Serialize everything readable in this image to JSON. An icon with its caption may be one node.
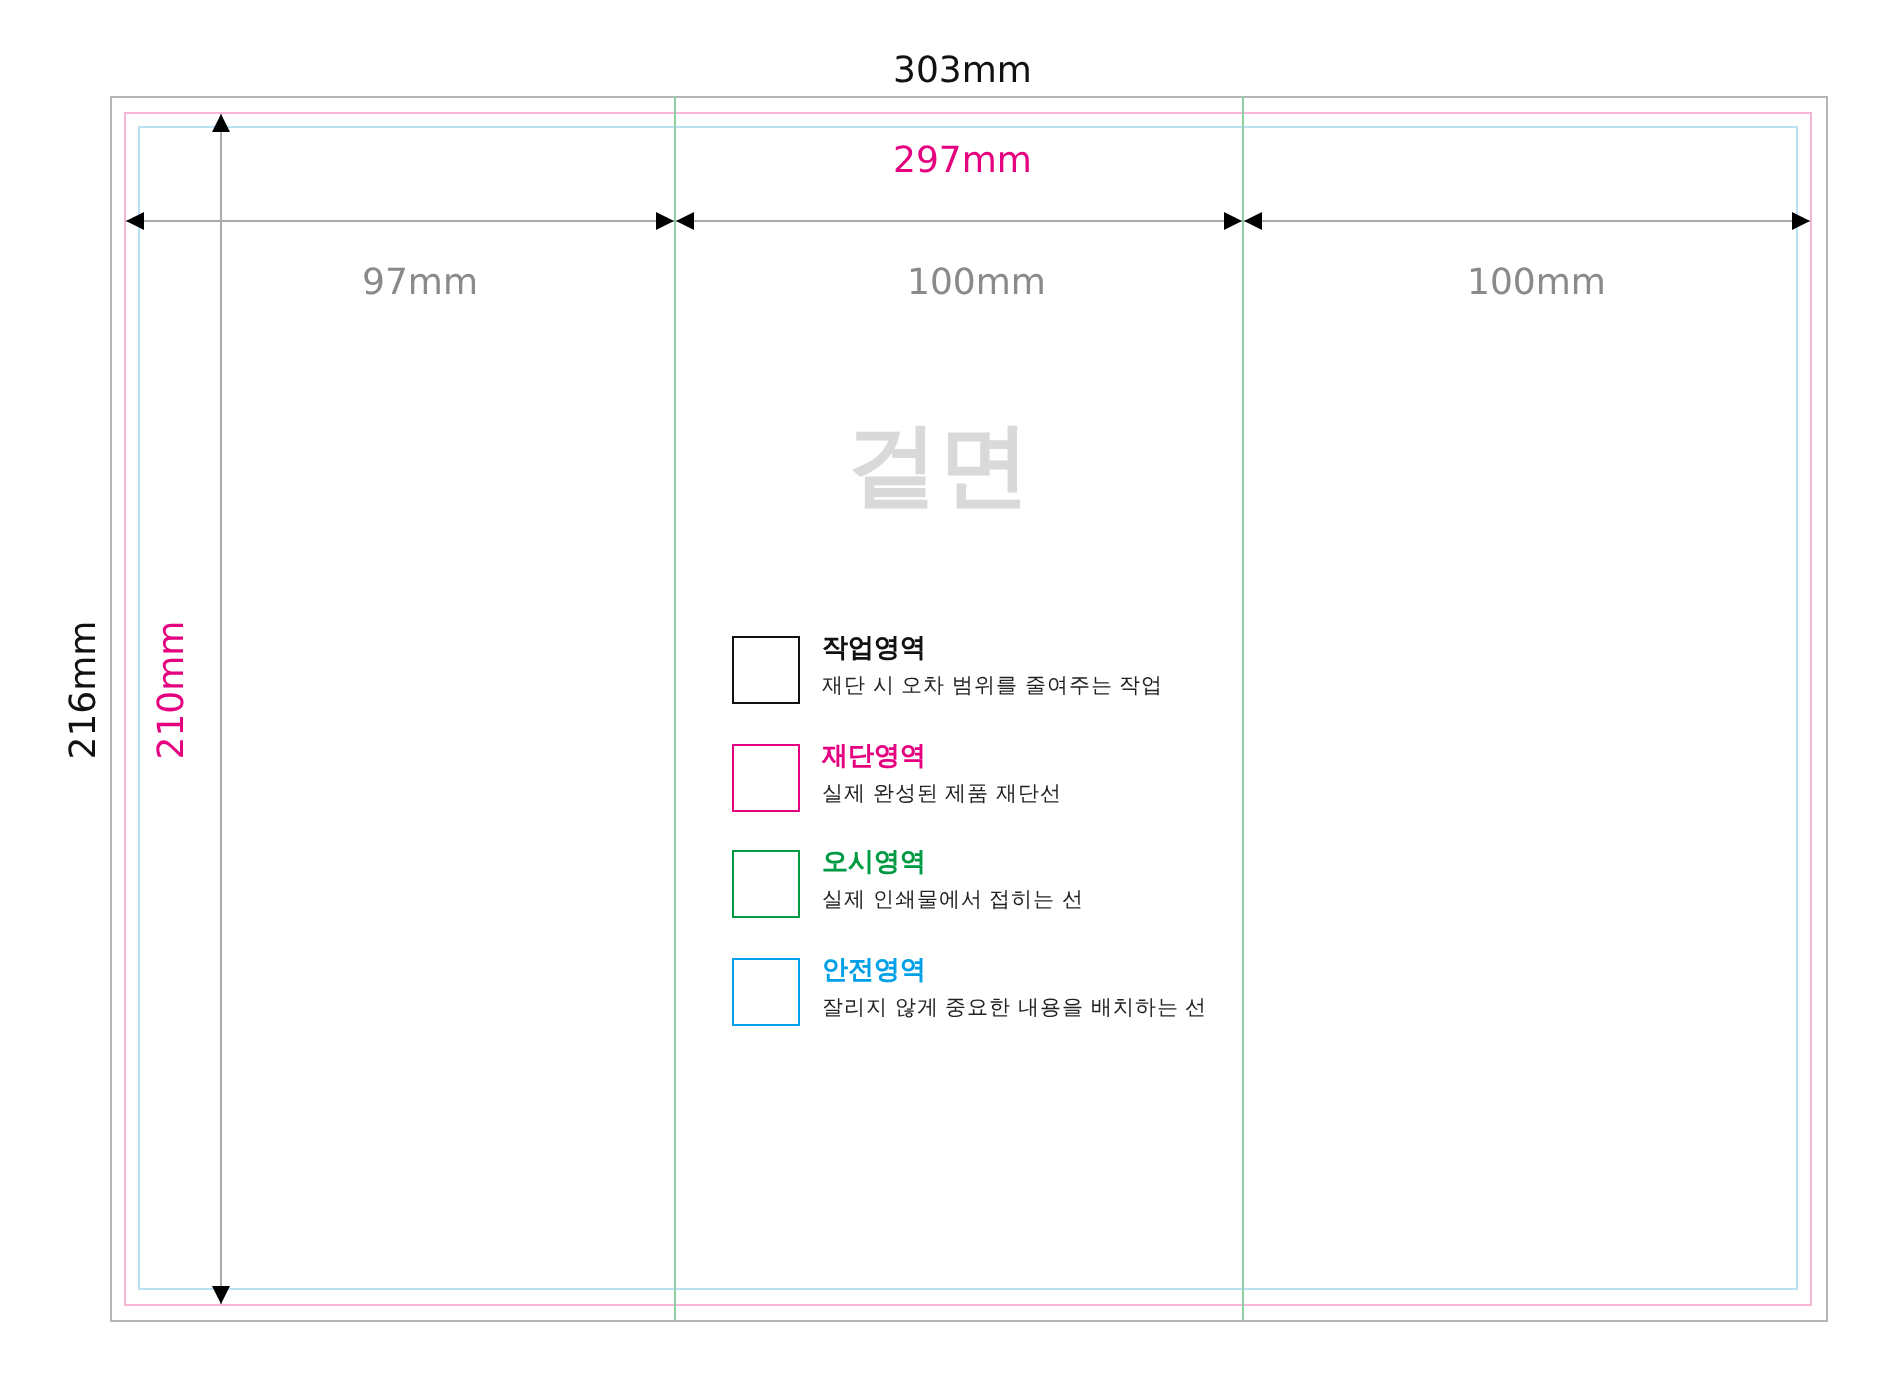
{
  "diagram": {
    "title": "겉면",
    "labels": [
      "303mm",
      "297mm",
      "97mm",
      "100mm",
      "100mm",
      "216mm",
      "210mm",
      "재단 시 오차 범위를 줄여주는 작업",
      "실제 완성된 제품 재단선",
      "실제 인쇄물에서 접히는 선",
      "잘리지 않게 중요한 내용을 배치하는 선"
    ],
    "legend": [
      {
        "text": "작업영역",
        "color": "#111111"
      },
      {
        "text": "재단영역",
        "color": "#e4007f"
      },
      {
        "text": "오시영역",
        "color": "#009a44"
      },
      {
        "text": "안전영역",
        "color": "#00a0e9"
      }
    ]
  }
}
